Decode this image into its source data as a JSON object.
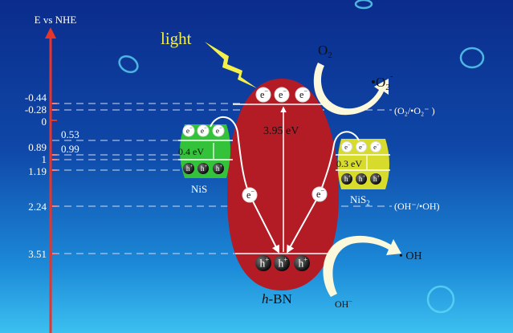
{
  "axis": {
    "title": "E vs NHE",
    "ticks": [
      {
        "label": "-0.44",
        "value": -0.44
      },
      {
        "label": "-0.28",
        "value": -0.28
      },
      {
        "label": "0",
        "value": 0
      },
      {
        "label": "0.53",
        "value": 0.53
      },
      {
        "label": "0.89",
        "value": 0.89
      },
      {
        "label": "0.99",
        "value": 0.99
      },
      {
        "label": "1",
        "value": 1
      },
      {
        "label": "1.19",
        "value": 1.19
      },
      {
        "label": "2.24",
        "value": 2.24
      },
      {
        "label": "3.51",
        "value": 3.51
      }
    ]
  },
  "light_label": "light",
  "hbn": {
    "label_italic": "h",
    "label_rest": "-BN",
    "gap": "3.95 eV"
  },
  "nis": {
    "label": "NiS",
    "gap": "0.4 eV"
  },
  "nis2": {
    "label": "NiS",
    "label_sub": "2",
    "gap": "0.3 eV"
  },
  "carriers": {
    "electron": "e",
    "electron_sup": "−",
    "hole": "h",
    "hole_sup": "+"
  },
  "species": {
    "o2": "O",
    "o2_sub": "2",
    "superoxide": "•O",
    "superoxide_sub": "2",
    "superoxide_sup": "-",
    "o2_couple": "(O₂/•O₂⁻ )",
    "oh_couple": "(OH⁻/•OH)",
    "hydroxyl": "• OH",
    "hydroxide": "OH",
    "hydroxide_sup": "−"
  },
  "colors": {
    "axis": "#e8352b",
    "hbn": "#b31b25",
    "nis": "#33c23a",
    "nis2": "#d7dc2c",
    "light": "#f4f04a",
    "arrow": "#fbf8dc"
  }
}
